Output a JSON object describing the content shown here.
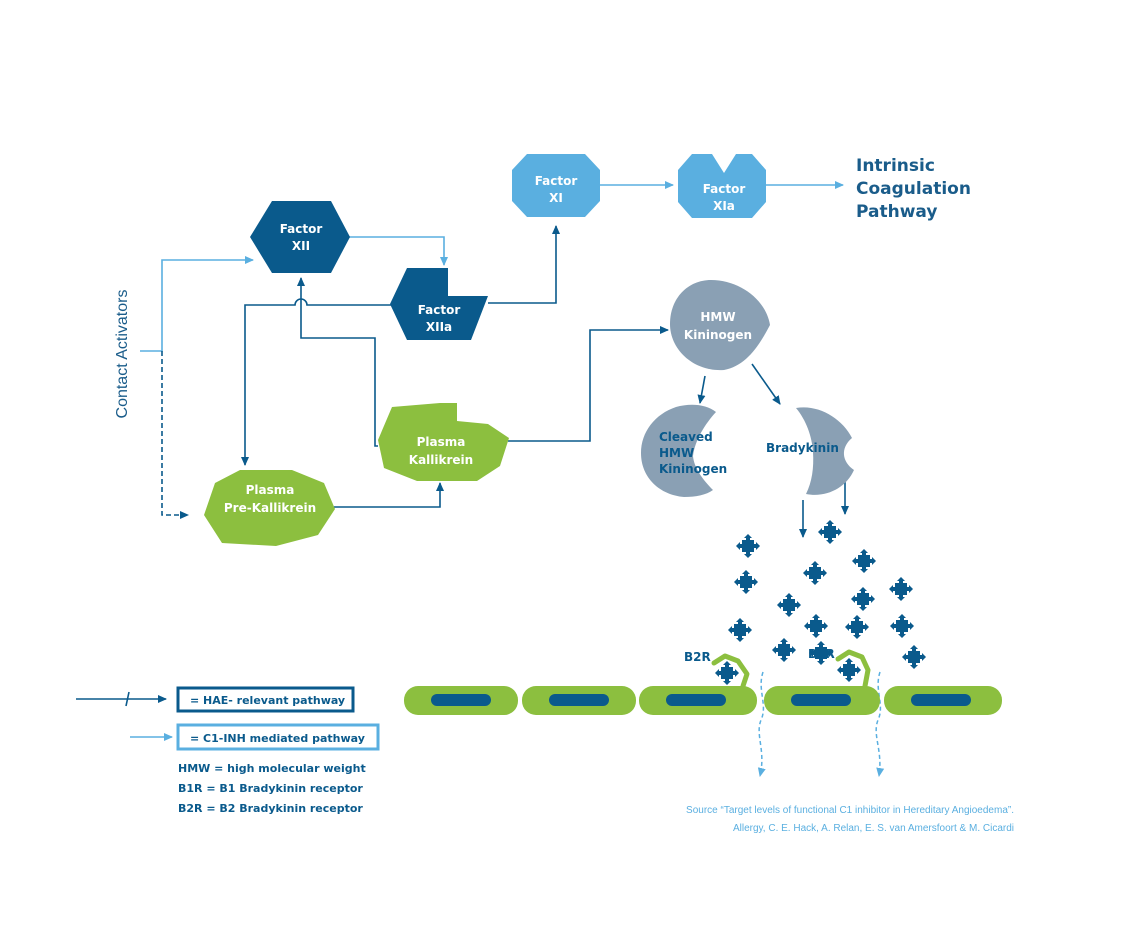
{
  "nodes": {
    "factor_xii": [
      "Factor",
      "XII"
    ],
    "factor_xiia": [
      "Factor",
      "XIIa"
    ],
    "factor_xi": [
      "Factor",
      "XI"
    ],
    "factor_xia": [
      "Factor",
      "XIa"
    ],
    "intrinsic": [
      "Intrinsic",
      "Coagulation",
      "Pathway"
    ],
    "hmw_kininogen": [
      "HMW",
      "Kininogen"
    ],
    "cleaved_hmw": [
      "Cleaved",
      "HMW",
      "Kininogen"
    ],
    "bradykinin": "Bradykinin",
    "plasma_kallikrein": [
      "Plasma",
      "Kallikrein"
    ],
    "plasma_prekallikrein": [
      "Plasma",
      "Pre-Kallikrein"
    ],
    "contact_activators": "Contact Activators",
    "b2r": "B2R",
    "b1r": "B1R"
  },
  "legend": {
    "hae": "= HAE- relevant pathway",
    "c1inh": "= C1-INH mediated pathway",
    "defs": [
      "HMW = high molecular weight",
      "B1R = B1 Bradykinin receptor",
      "B2R = B2 Bradykinin receptor"
    ]
  },
  "source": [
    "Source “Target levels of functional C1 inhibitor in Hereditary Angioedema”.",
    "Allergy, C. E. Hack, A. Relan, E. S. van Amersfoort & M. Cicardi"
  ],
  "colors": {
    "dark_blue": "#0a5a8c",
    "light_blue": "#5aafe0",
    "green": "#8cbf3f",
    "grey": "#8aa0b4",
    "text_blue": "#1a5c8a"
  }
}
